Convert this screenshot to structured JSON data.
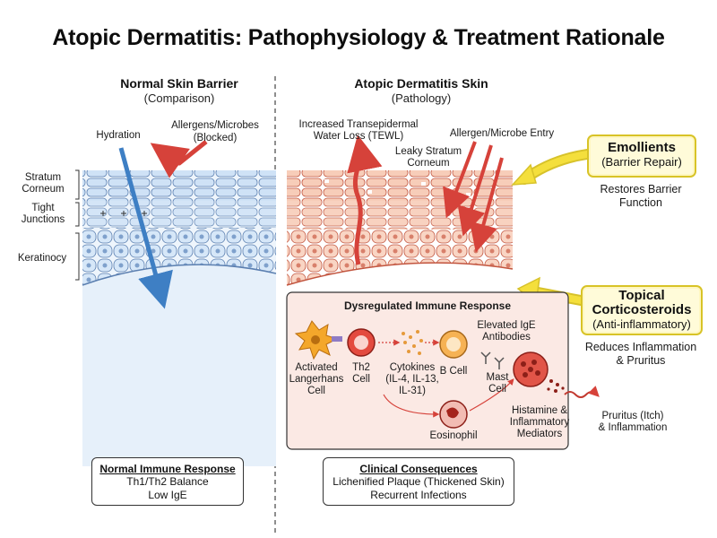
{
  "title": "Atopic Dermatitis: Pathophysiology & Treatment Rationale",
  "left_panel": {
    "header": "Normal Skin Barrier",
    "subheader": "(Comparison)",
    "hydration_label": "Hydration",
    "allergens_label_1": "Allergens/Microbes",
    "allergens_label_2": "(Blocked)",
    "stratum_label_1": "Stratum",
    "stratum_label_2": "Corneum",
    "tight_label_1": "Tight",
    "tight_label_2": "Junctions",
    "keratinocy_label": "Keratinocy",
    "immune_box": {
      "title": "Normal Immune Response",
      "line1": "Th1/Th2 Balance",
      "line2": "Low IgE"
    }
  },
  "right_panel": {
    "header": "Atopic Dermatitis Skin",
    "subheader": "(Pathology)",
    "tewl_label_1": "Increased Transepidermal",
    "tewl_label_2": "Water Loss (TEWL)",
    "entry_label": "Allergen/Microbe Entry",
    "leaky_label_1": "Leaky Stratum",
    "leaky_label_2": "Corneum",
    "immune": {
      "title": "Dysregulated Immune Response",
      "langerhans_1": "Activated",
      "langerhans_2": "Langerhans",
      "langerhans_3": "Cell",
      "th2_1": "Th2",
      "th2_2": "Cell",
      "cytokines_1": "Cytokines",
      "cytokines_2": "(IL-4, IL-13,",
      "cytokines_3": "IL-31)",
      "bcell": "B Cell",
      "ige_1": "Elevated IgE",
      "ige_2": "Antibodies",
      "mast_1": "Mast",
      "mast_2": "Cell",
      "eosinophil": "Eosinophil",
      "histamine_1": "Histamine &",
      "histamine_2": "Inflammatory",
      "histamine_3": "Mediators"
    },
    "pruritus_1": "Pruritus (Itch)",
    "pruritus_2": "& Inflammation",
    "clinical_box": {
      "title": "Clinical Consequences",
      "line1": "Lichenified Plaque (Thickened Skin)",
      "line2": "Recurrent Infections"
    }
  },
  "treatments": {
    "emollients": {
      "title": "Emollients",
      "subtitle": "(Barrier Repair)",
      "desc_1": "Restores Barrier",
      "desc_2": "Function"
    },
    "corticosteroids": {
      "title_1": "Topical",
      "title_2": "Corticosteroids",
      "subtitle": "(Anti-inflammatory)",
      "desc_1": "Reduces Inflammation",
      "desc_2": "& Pruritus"
    }
  },
  "colors": {
    "normal_cell": "#c9def4",
    "normal_outline": "#5b7fb0",
    "ad_cell": "#f6c7b4",
    "ad_outline": "#c2553f",
    "arrow_blue": "#3e7fc4",
    "arrow_red": "#d6423a",
    "arrow_yellow": "#f4df3c",
    "immune_bg": "#fbe9e4"
  }
}
